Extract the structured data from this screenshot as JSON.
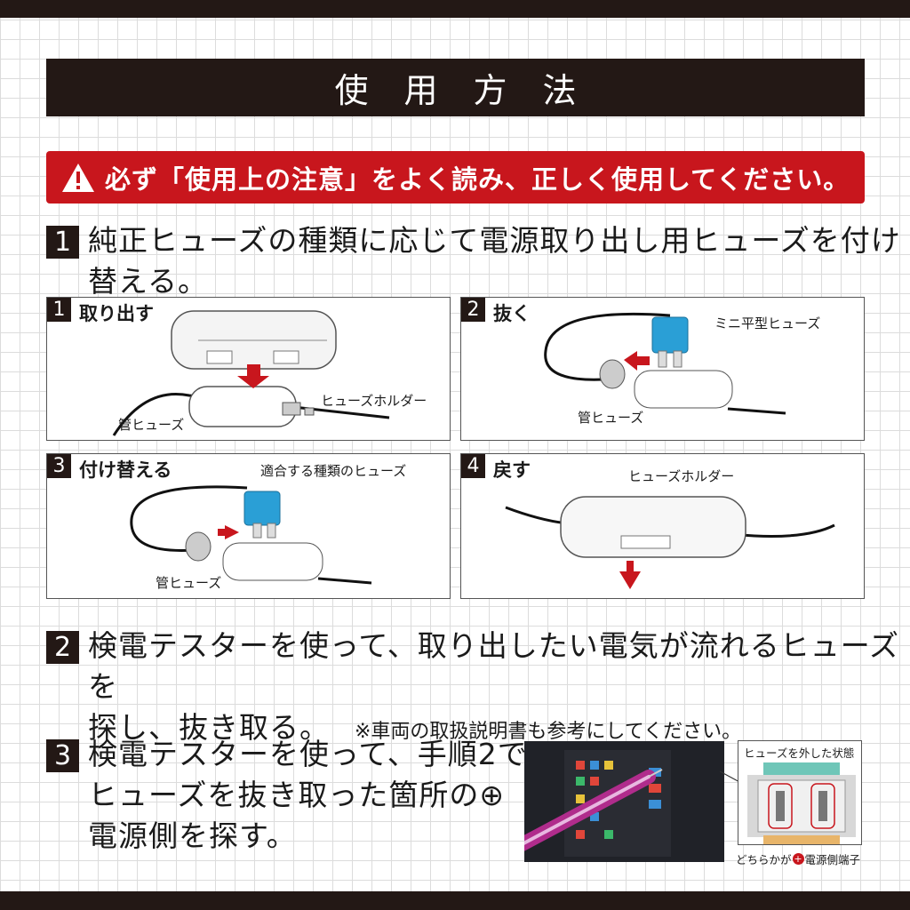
{
  "header": {
    "title": "使用方法"
  },
  "warning": {
    "text": "必ず「使用上の注意」をよく読み、正しく使用してください。"
  },
  "step1": {
    "number": "1",
    "line1": "純正ヒューズの種類に応じて電源取り出し用ヒューズを付け",
    "line2": "替える。",
    "panels": [
      {
        "number": "1",
        "title": "取り出す",
        "labels": [
          "ヒューズホルダー",
          "管ヒューズ"
        ]
      },
      {
        "number": "2",
        "title": "抜く",
        "labels": [
          "ミニ平型ヒューズ",
          "管ヒューズ"
        ]
      },
      {
        "number": "3",
        "title": "付け替える",
        "labels": [
          "適合する種類のヒューズ",
          "管ヒューズ"
        ]
      },
      {
        "number": "4",
        "title": "戻す",
        "labels": [
          "ヒューズホルダー"
        ]
      }
    ]
  },
  "step2": {
    "number": "2",
    "line1": "検電テスターを使って、取り出したい電気が流れるヒューズを",
    "line2": "探し、抜き取る。",
    "note": "※車両の取扱説明書も参考にしてください。"
  },
  "step3": {
    "number": "3",
    "line1": "検電テスターを使って、手順2で",
    "line2": "ヒューズを抜き取った箇所の⊕",
    "line3": "電源側を探す。"
  },
  "inset": {
    "title": "ヒューズを外した状態",
    "caption_before": "どちらかが",
    "caption_plus": "+",
    "caption_after": "電源側端子"
  },
  "colors": {
    "dark": "#231815",
    "warning_red": "#c8161d",
    "fuse_blue": "#2a9fd6",
    "arrow_red": "#c8161d"
  }
}
